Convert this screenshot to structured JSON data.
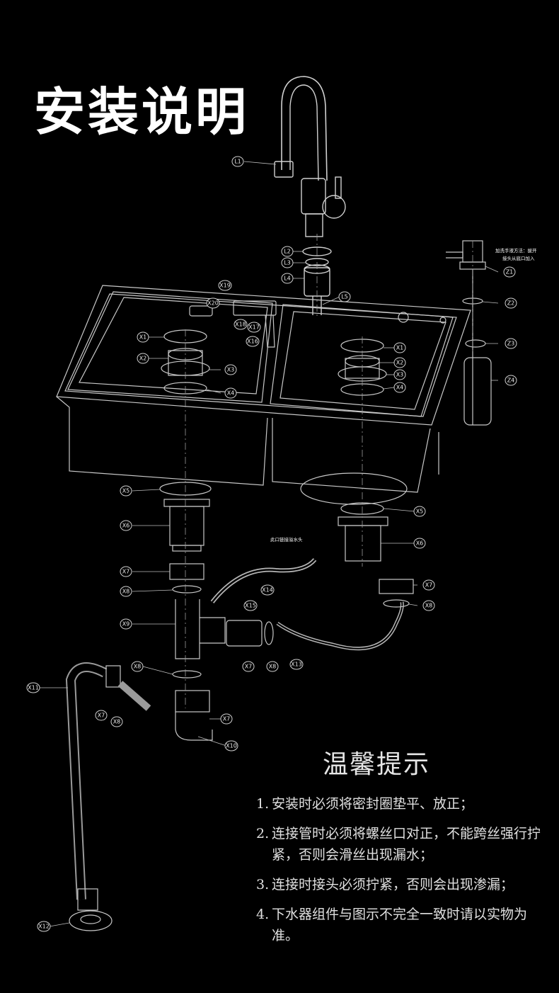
{
  "title": "安装说明",
  "tips_title": "温馨提示",
  "tips": [
    {
      "num": "1.",
      "text": "安装时必须将密封圈垫平、放正；"
    },
    {
      "num": "2.",
      "text": "连接管时必须将螺丝口对正，不能跨丝强行拧紧，否则会滑丝出现漏水；"
    },
    {
      "num": "3.",
      "text": "连接时接头必须拧紧，否则会出现渗漏；"
    },
    {
      "num": "4.",
      "text": "下水器组件与图示不完全一致时请以实物为准。"
    }
  ],
  "notes": {
    "overflow": "此口链接溢水头",
    "dispenser": "加洗手液方法：拔开",
    "dispenser2": "接头从底口加入"
  },
  "labels": {
    "L1": "L1",
    "L2": "L2",
    "L3": "L3",
    "L4": "L4",
    "L5": "L5",
    "Z1": "Z1",
    "Z2": "Z2",
    "Z3": "Z3",
    "Z4": "Z4",
    "X1": "X1",
    "X2": "X2",
    "X3": "X3",
    "X4": "X4",
    "X5": "X5",
    "X6": "X6",
    "X7": "X7",
    "X8": "X8",
    "X9": "X9",
    "X10": "X10",
    "X11": "X11",
    "X12": "X12",
    "X13": "X13",
    "X14": "X14",
    "X15": "X15",
    "X16": "X16",
    "X17": "X17",
    "X18": "X18",
    "X19": "X19",
    "X20": "X20"
  },
  "colors": {
    "background": "#000000",
    "line": "#d0d0d0",
    "text": "#ffffff"
  }
}
